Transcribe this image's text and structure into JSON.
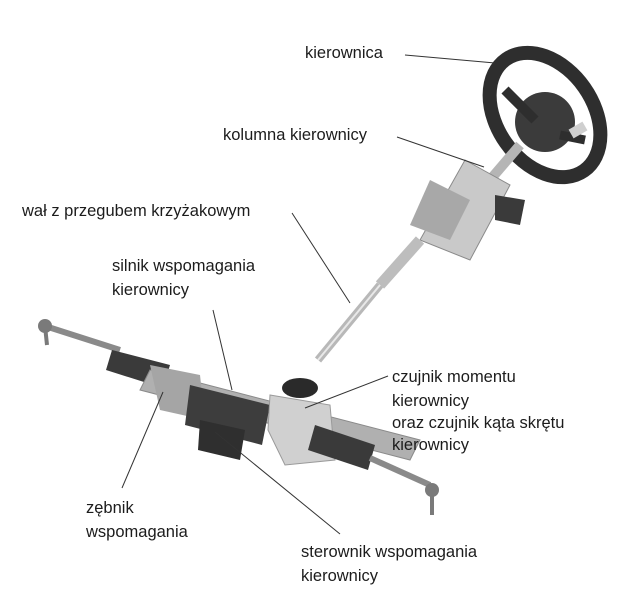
{
  "labels": {
    "steering_wheel": "kierownica",
    "steering_column": "kolumna kierownicy",
    "universal_joint_shaft": "wał z przegubem krzyżakowym",
    "assist_motor_line1": "silnik wspomagania",
    "assist_motor_line2": "kierownicy",
    "torque_sensor_line1": "czujnik momentu",
    "torque_sensor_line2": "kierownicy",
    "torque_sensor_line3": "oraz czujnik kąta skrętu",
    "torque_sensor_line4": "kierownicy",
    "assist_pinion_line1": "zębnik",
    "assist_pinion_line2": "wspomagania",
    "controller_line1": "sterownik wspomagania",
    "controller_line2": "kierownicy"
  },
  "colors": {
    "background": "#ffffff",
    "text": "#1c1c1c",
    "leader_line": "#333333",
    "metal_light": "#c8c8c8",
    "metal_mid": "#9a9a9a",
    "metal_dark": "#3a3a3a",
    "rubber": "#2b2b2b"
  }
}
